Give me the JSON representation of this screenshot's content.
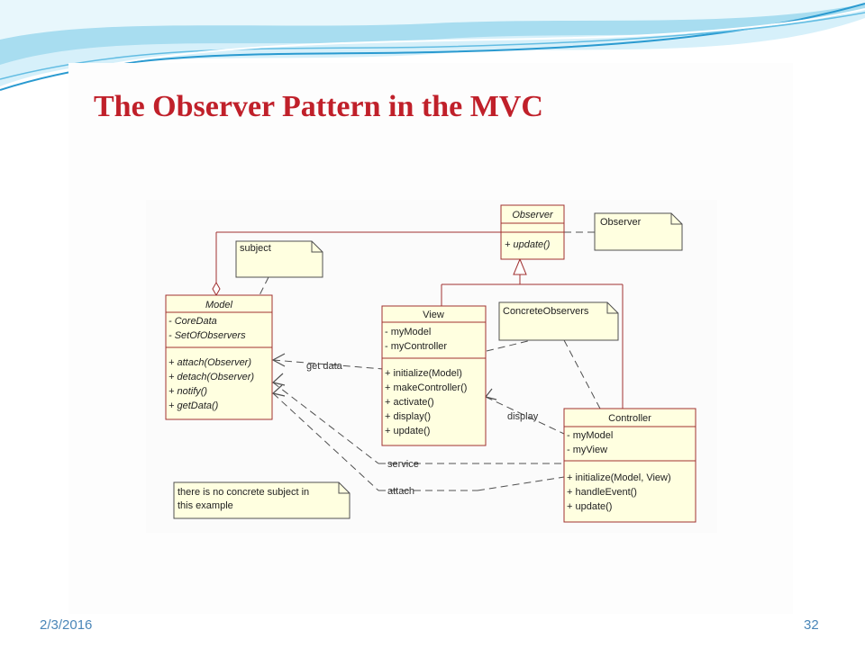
{
  "slide": {
    "title": "The Observer Pattern in the MVC",
    "date": "2/3/2016",
    "page_number": "32"
  },
  "colors": {
    "title": "#c0202a",
    "box_fill": "#ffffe0",
    "box_stroke": "#a03030",
    "note_stroke": "#505050",
    "footer": "#4a86b8",
    "wave_dark": "#2a9ad0",
    "wave_light": "#a8ddf0"
  },
  "diagram": {
    "observer": {
      "name": "Observer",
      "methods": [
        "+ update()"
      ]
    },
    "model": {
      "name": "Model",
      "attributes": [
        "- CoreData",
        "- SetOfObservers"
      ],
      "methods": [
        "+ attach(Observer)",
        "+ detach(Observer)",
        "+ notify()",
        "+ getData()"
      ]
    },
    "view": {
      "name": "View",
      "attributes": [
        "- myModel",
        "- myController"
      ],
      "methods": [
        "+ initialize(Model)",
        "+ makeController()",
        "+ activate()",
        "+ display()",
        "+ update()"
      ]
    },
    "controller": {
      "name": "Controller",
      "attributes": [
        "- myModel",
        "- myView"
      ],
      "methods": [
        "+ initialize(Model, View)",
        "+ handleEvent()",
        "+ update()"
      ]
    },
    "notes": {
      "observer_note": "Observer",
      "subject_note": "subject",
      "concrete_note": "ConcreteObservers",
      "no_subject_note": [
        "there is no concrete subject in",
        "this example"
      ]
    },
    "relations": {
      "get_data": "get data",
      "display": "display",
      "service": "service",
      "attach": "attach"
    }
  }
}
